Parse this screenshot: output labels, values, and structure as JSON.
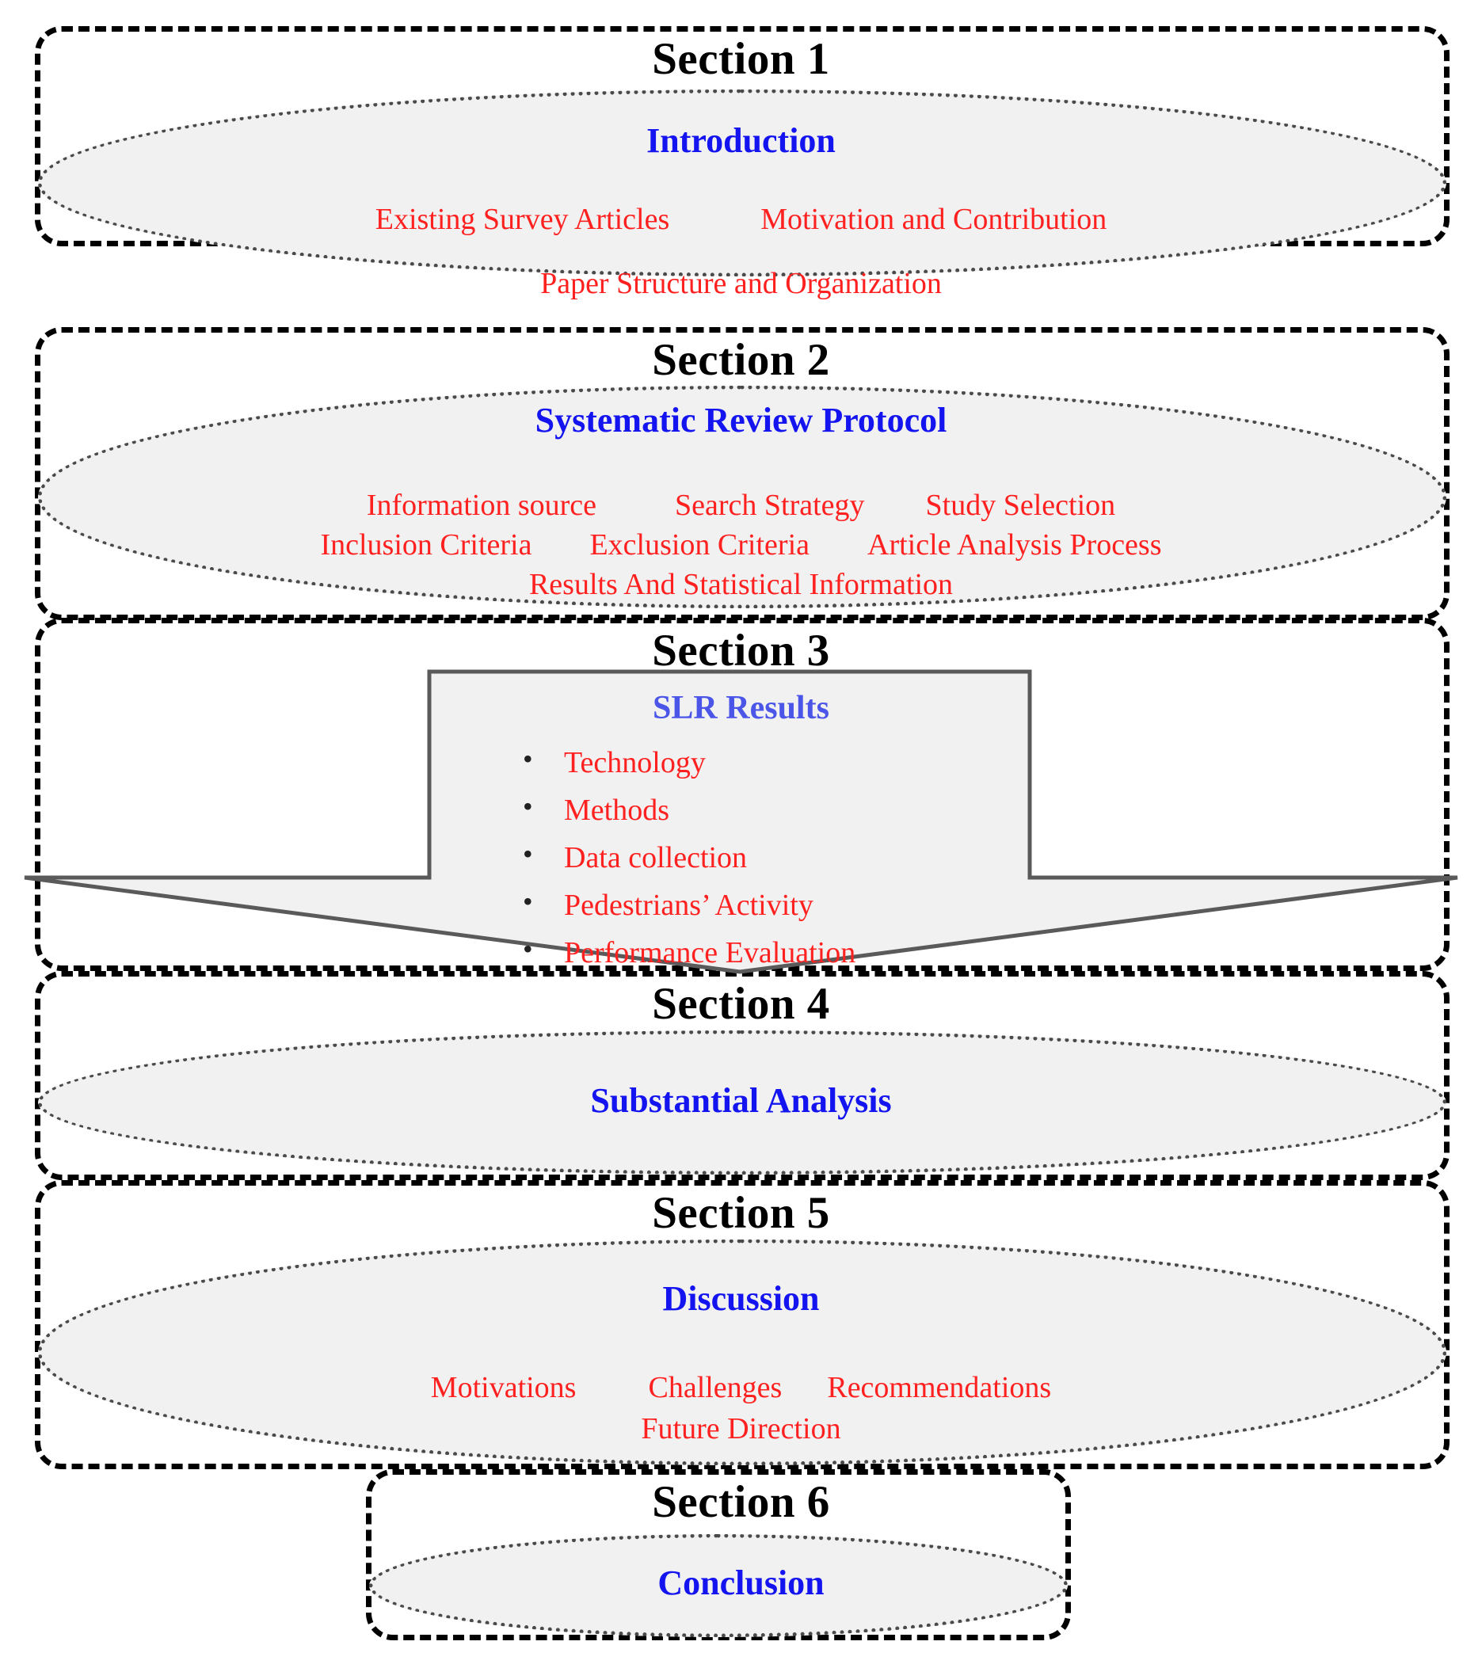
{
  "diagram": {
    "title": "Paper Structure and Organization Flow",
    "colors": {
      "heading": "#000000",
      "subheading_blue": "#1414f0",
      "slr_blue": "#4b56e8",
      "items_red": "#ff2020",
      "ellipse_fill": "#f1f1f1",
      "ellipse_border": "#4a4a4a",
      "box_border": "#000000",
      "arrow_fill": "#f1f1f1",
      "arrow_border": "#5a5a5a"
    },
    "sections": [
      {
        "number": "Section 1",
        "heading": "Introduction",
        "shape": "ellipse",
        "item_rows": [
          [
            "Existing Survey Articles",
            "Motivation and Contribution"
          ],
          [
            "Paper Structure and Organization"
          ]
        ]
      },
      {
        "number": "Section 2",
        "heading": "Systematic Review Protocol",
        "shape": "ellipse",
        "item_rows": [
          [
            "Information source",
            "Search Strategy",
            "Study Selection"
          ],
          [
            "Inclusion Criteria",
            "Exclusion Criteria",
            "Article Analysis Process"
          ],
          [
            "Results And Statistical Information"
          ]
        ]
      },
      {
        "number": "Section 3",
        "heading": "SLR Results",
        "shape": "down-arrow",
        "bullets": [
          "Technology",
          "Methods",
          "Data collection",
          "Pedestrians’ Activity",
          "Performance Evaluation"
        ]
      },
      {
        "number": "Section 4",
        "heading": "Substantial Analysis",
        "shape": "ellipse",
        "item_rows": []
      },
      {
        "number": "Section 5",
        "heading": "Discussion",
        "shape": "ellipse",
        "item_rows": [
          [
            "Motivations",
            "Challenges",
            "Recommendations"
          ],
          [
            "Future Direction"
          ]
        ]
      },
      {
        "number": "Section 6",
        "heading": "Conclusion",
        "shape": "ellipse",
        "item_rows": []
      }
    ]
  }
}
